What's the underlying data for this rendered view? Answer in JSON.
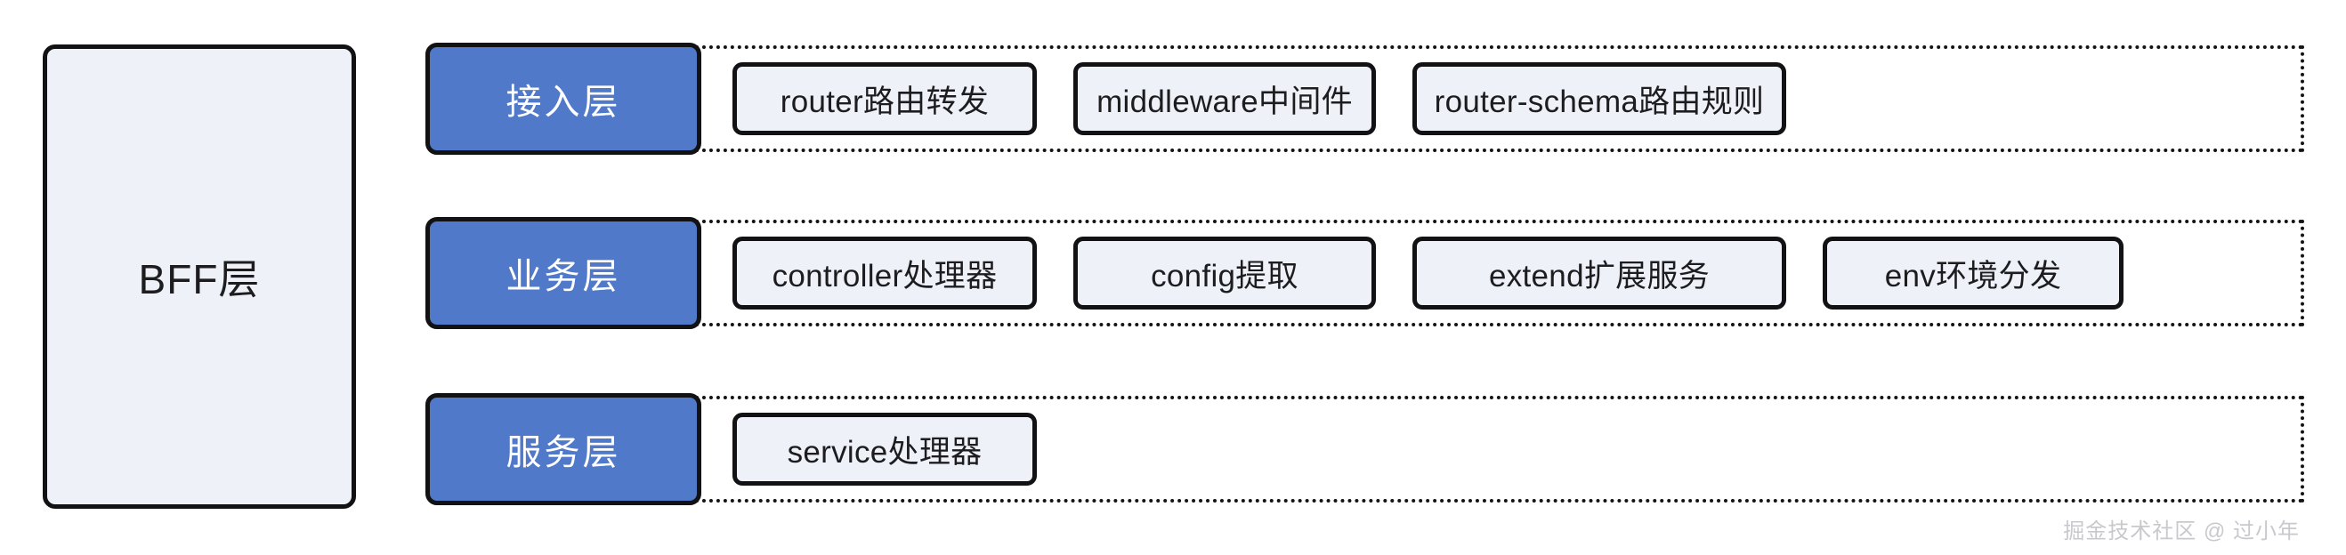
{
  "diagram": {
    "container": {
      "label": "BFF层"
    },
    "colors": {
      "layer_chip_fill": "#5079c9",
      "layer_chip_text": "#ffffff",
      "card_fill": "#eef1f8",
      "card_text": "#1d1d20",
      "border": "#121214",
      "background": "#ffffff",
      "watermark_text": "#c9c9cd"
    },
    "rows": [
      {
        "layer_label": "接入层",
        "items": [
          {
            "label": "router路由转发"
          },
          {
            "label": "middleware中间件"
          },
          {
            "label": "router-schema路由规则"
          }
        ]
      },
      {
        "layer_label": "业务层",
        "items": [
          {
            "label": "controller处理器"
          },
          {
            "label": "config提取"
          },
          {
            "label": "extend扩展服务"
          },
          {
            "label": "env环境分发"
          }
        ]
      },
      {
        "layer_label": "服务层",
        "items": [
          {
            "label": "service处理器"
          }
        ]
      }
    ]
  },
  "watermark": {
    "text": "掘金技术社区 @ 过小年"
  }
}
